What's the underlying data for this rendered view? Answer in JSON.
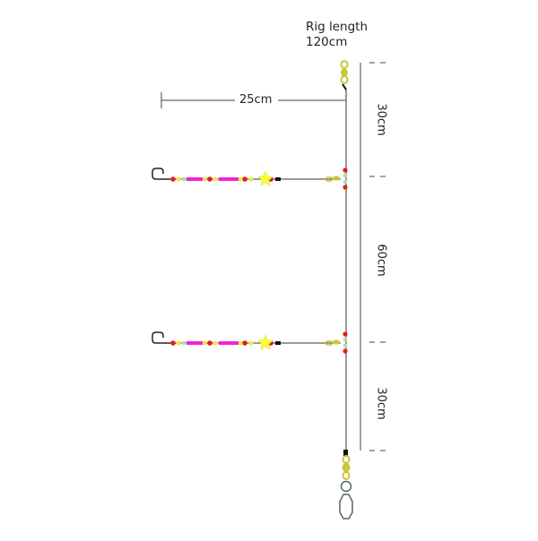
{
  "rig": {
    "title_line1": "Rig length",
    "title_line2": "120cm"
  },
  "dimensions": {
    "snood_length": "25cm",
    "top_section": "30cm",
    "middle_section": "60cm",
    "bottom_section": "30cm"
  },
  "colors": {
    "line": "#333333",
    "swivel": "#c8c83a",
    "bead_red": "#e0201a",
    "bead_yellow": "#f2e84a",
    "bead_green": "#b7d9b0",
    "tube_magenta": "#ee22dd",
    "star_yellow": "#f4ff3a",
    "dimension_line": "#444444"
  },
  "icons": {
    "hook": "hook-icon",
    "swivel": "swivel-icon",
    "snap": "snap-clip-icon",
    "star": "star-bead-icon"
  }
}
